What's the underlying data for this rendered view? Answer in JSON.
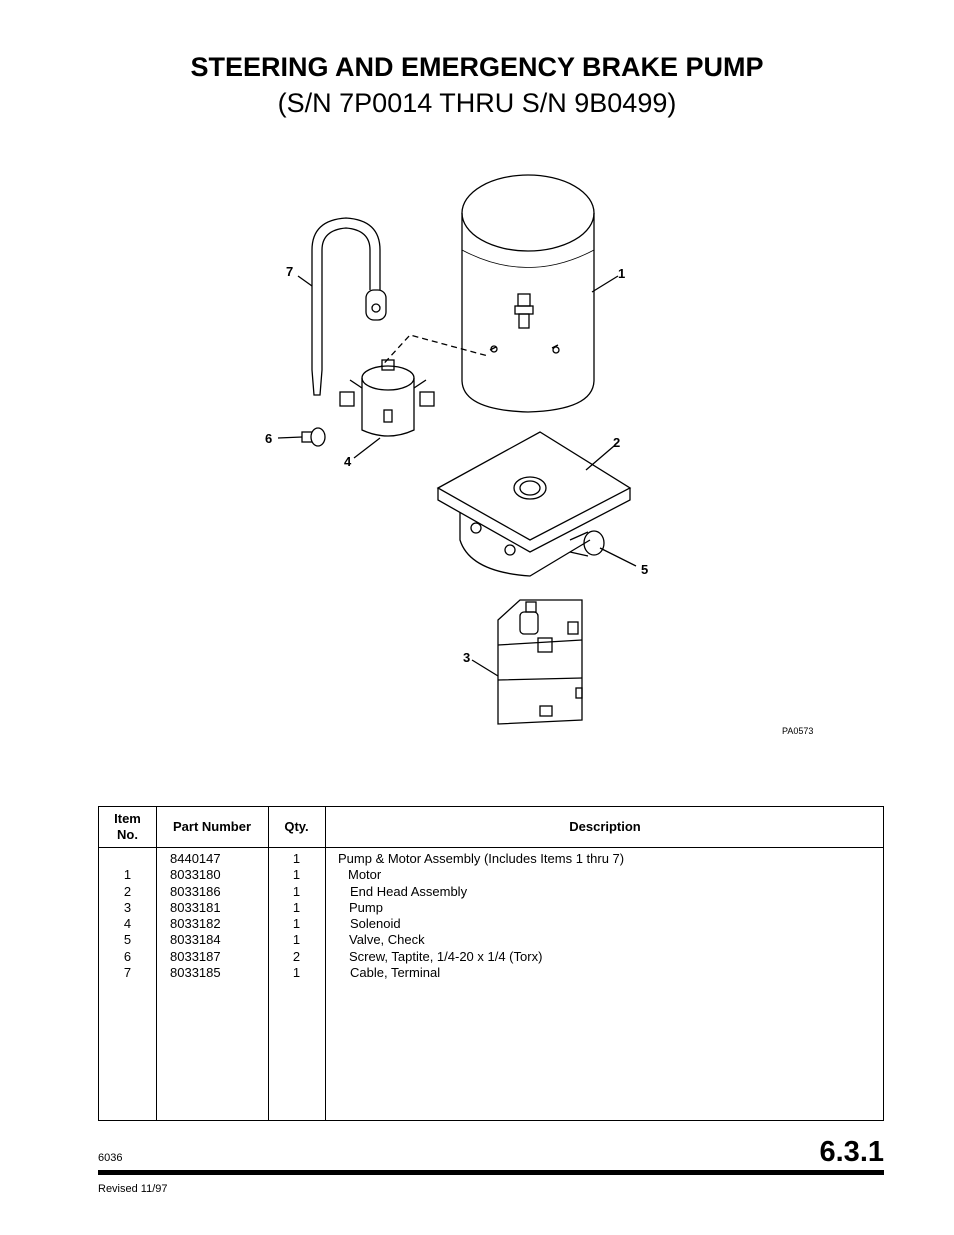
{
  "page": {
    "title": "STEERING AND EMERGENCY BRAKE PUMP",
    "subtitle": "(S/N 7P0014 THRU S/N 9B0499)"
  },
  "figure": {
    "reference": "PA0573",
    "callouts": [
      "1",
      "2",
      "3",
      "4",
      "5",
      "6",
      "7"
    ]
  },
  "parts_table": {
    "headers": {
      "item": "Item No.",
      "part_number": "Part Number",
      "qty": "Qty.",
      "description": "Description"
    },
    "rows": [
      {
        "item": "",
        "part_number": "8440147",
        "qty": "1",
        "description": "Pump & Motor Assembly (Includes Items 1 thru 7)"
      },
      {
        "item": "1",
        "part_number": "8033180",
        "qty": "1",
        "description": "Motor"
      },
      {
        "item": "2",
        "part_number": "8033186",
        "qty": "1",
        "description": "End Head Assembly"
      },
      {
        "item": "3",
        "part_number": "8033181",
        "qty": "1",
        "description": "Pump"
      },
      {
        "item": "4",
        "part_number": "8033182",
        "qty": "1",
        "description": "Solenoid"
      },
      {
        "item": "5",
        "part_number": "8033184",
        "qty": "1",
        "description": "Valve, Check"
      },
      {
        "item": "6",
        "part_number": "8033187",
        "qty": "2",
        "description": "Screw, Taptite, 1/4-20 x 1/4 (Torx)"
      },
      {
        "item": "7",
        "part_number": "8033185",
        "qty": "1",
        "description": "Cable, Terminal"
      }
    ]
  },
  "footer": {
    "code": "6036",
    "revised": "Revised 11/97",
    "section": "6.3.1"
  }
}
